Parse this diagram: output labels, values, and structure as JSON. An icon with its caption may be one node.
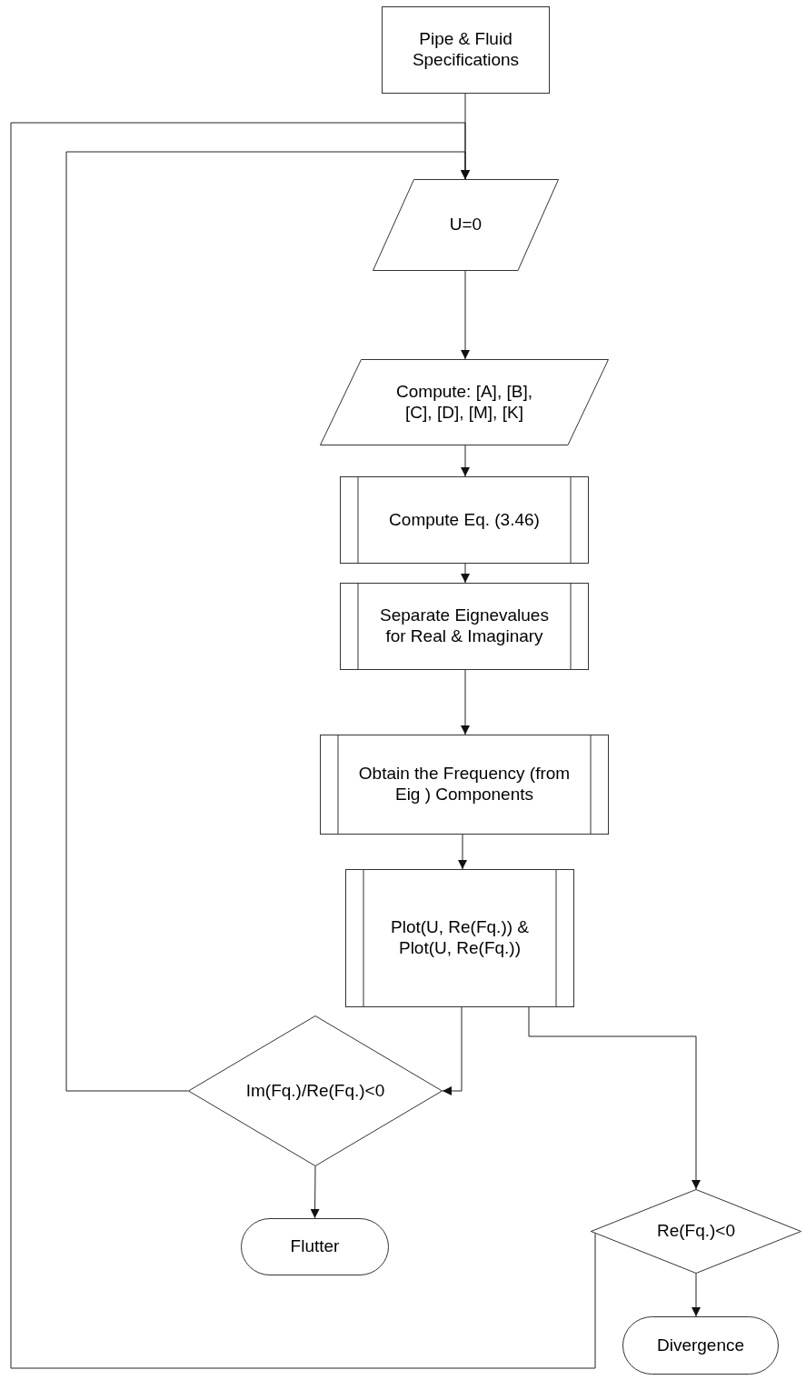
{
  "diagram": {
    "nodes": [
      {
        "text": [
          "Pipe & Fluid Specifications"
        ]
      },
      {
        "text": [
          "U=0"
        ]
      },
      {
        "text": [
          "Compute: [A], [B], [C], [D], [M], [K]"
        ]
      },
      {
        "text": [
          "Compute Eq. (3.46)"
        ]
      },
      {
        "text": [
          "Separate Eignevalues for Real & Imaginary"
        ]
      },
      {
        "text": [
          "Obtain the Frequency (from Eig ) Components"
        ]
      },
      {
        "text": [
          "Plot(U, Re(Fq.)) & Plot(U, Re(Fq.))"
        ]
      },
      {
        "text": [
          "Im(Fq.)/Re(Fq.)<0"
        ]
      },
      {
        "text": [
          "Flutter"
        ]
      },
      {
        "text": [
          "Re(Fq.)<0"
        ]
      },
      {
        "text": [
          "Divergence"
        ]
      }
    ],
    "edges": [
      {
        "from": 0,
        "to": 1,
        "arrow": "to"
      },
      {
        "from": 1,
        "to": 2,
        "arrow": "to"
      },
      {
        "from": 2,
        "to": 3,
        "arrow": "to"
      },
      {
        "from": 3,
        "to": 4,
        "arrow": "to"
      },
      {
        "from": 4,
        "to": 5,
        "arrow": "to"
      },
      {
        "from": 5,
        "to": 6,
        "arrow": "to"
      },
      {
        "from": 6,
        "to": 7,
        "arrow": "to"
      },
      {
        "from": 6,
        "to": 9,
        "arrow": "to"
      },
      {
        "from": 7,
        "to": 8,
        "arrow": "to"
      },
      {
        "from": 9,
        "to": 10,
        "arrow": "to"
      },
      {
        "from": 7,
        "to": 1,
        "arrow": "to"
      },
      {
        "from": 9,
        "to": 1,
        "arrow": "to"
      }
    ]
  }
}
